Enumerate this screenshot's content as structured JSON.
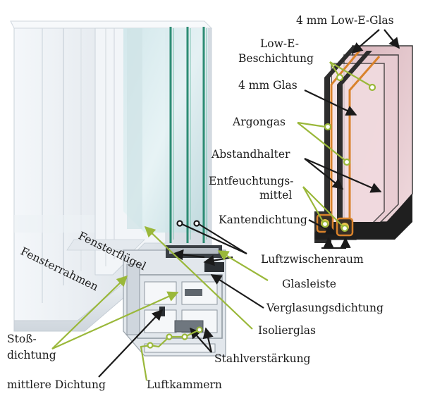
{
  "colors": {
    "background": "#ffffff",
    "pointer_green": "#9ab83a",
    "pointer_black": "#1a1a1a",
    "frame_white": "#e9eef3",
    "glass_teal": "#2d8c74",
    "glass_pink": "#e8c9cf",
    "spacer_orange": "#d9822b"
  },
  "labels": {
    "low_e_glas": "4 mm Low-E-Glas",
    "low_e_beschichtung_1": "Low-E-",
    "low_e_beschichtung_2": "Beschichtung",
    "glas_4mm": "4 mm Glas",
    "argongas": "Argongas",
    "abstandhalter": "Abstandhalter",
    "entfeuchtungsmittel_1": "Entfeuchtungs-",
    "entfeuchtungsmittel_2": "mittel",
    "kantendichtung": "Kantendichtung",
    "luftzwischenraum": "Luftzwischenraum",
    "glasleiste": "Glasleiste",
    "verglasungsdichtung": "Verglasungsdichtung",
    "isolierglas": "Isolierglas",
    "stahlverstaerkung": "Stahlverstärkung",
    "luftkammern": "Luftkammern",
    "mittlere_dichtung": "mittlere Dichtung",
    "stossdichtung_1": "Stoß-",
    "stossdichtung_2": "dichtung",
    "fensterfluegel": "Fensterflügel",
    "fensterrahmen": "Fensterrahmen"
  }
}
